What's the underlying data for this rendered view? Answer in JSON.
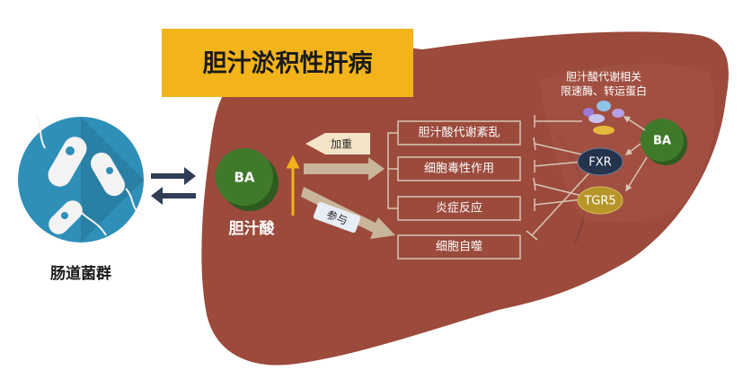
{
  "title": "胆汁淤积性肝病",
  "gut_label": "肠道菌群",
  "ba_left": {
    "ba": "BA",
    "name": "胆汁酸"
  },
  "arrow_tags": {
    "aggravate": "加重",
    "participate": "参与"
  },
  "processes": [
    "胆汁酸代谢紊乱",
    "细胞毒性作用",
    "炎症反应",
    "细胞自噬"
  ],
  "enzymes": {
    "line1": "胆汁酸代谢相关",
    "line2": "限速酶、转运蛋白"
  },
  "receptors": {
    "fxr": "FXR",
    "tgr5": "TGR5",
    "ba": "BA"
  },
  "colors": {
    "liver": "#9b4a3c",
    "liver_dark": "#7d3a2f",
    "title_bg": "#f2b31b",
    "ba_green": "#3e7a2a",
    "fxr_navy": "#24344d",
    "tgr5_gold": "#b6962a",
    "gut_blue": "#2e8fb8",
    "arrow_beige": "#c9b59a"
  }
}
